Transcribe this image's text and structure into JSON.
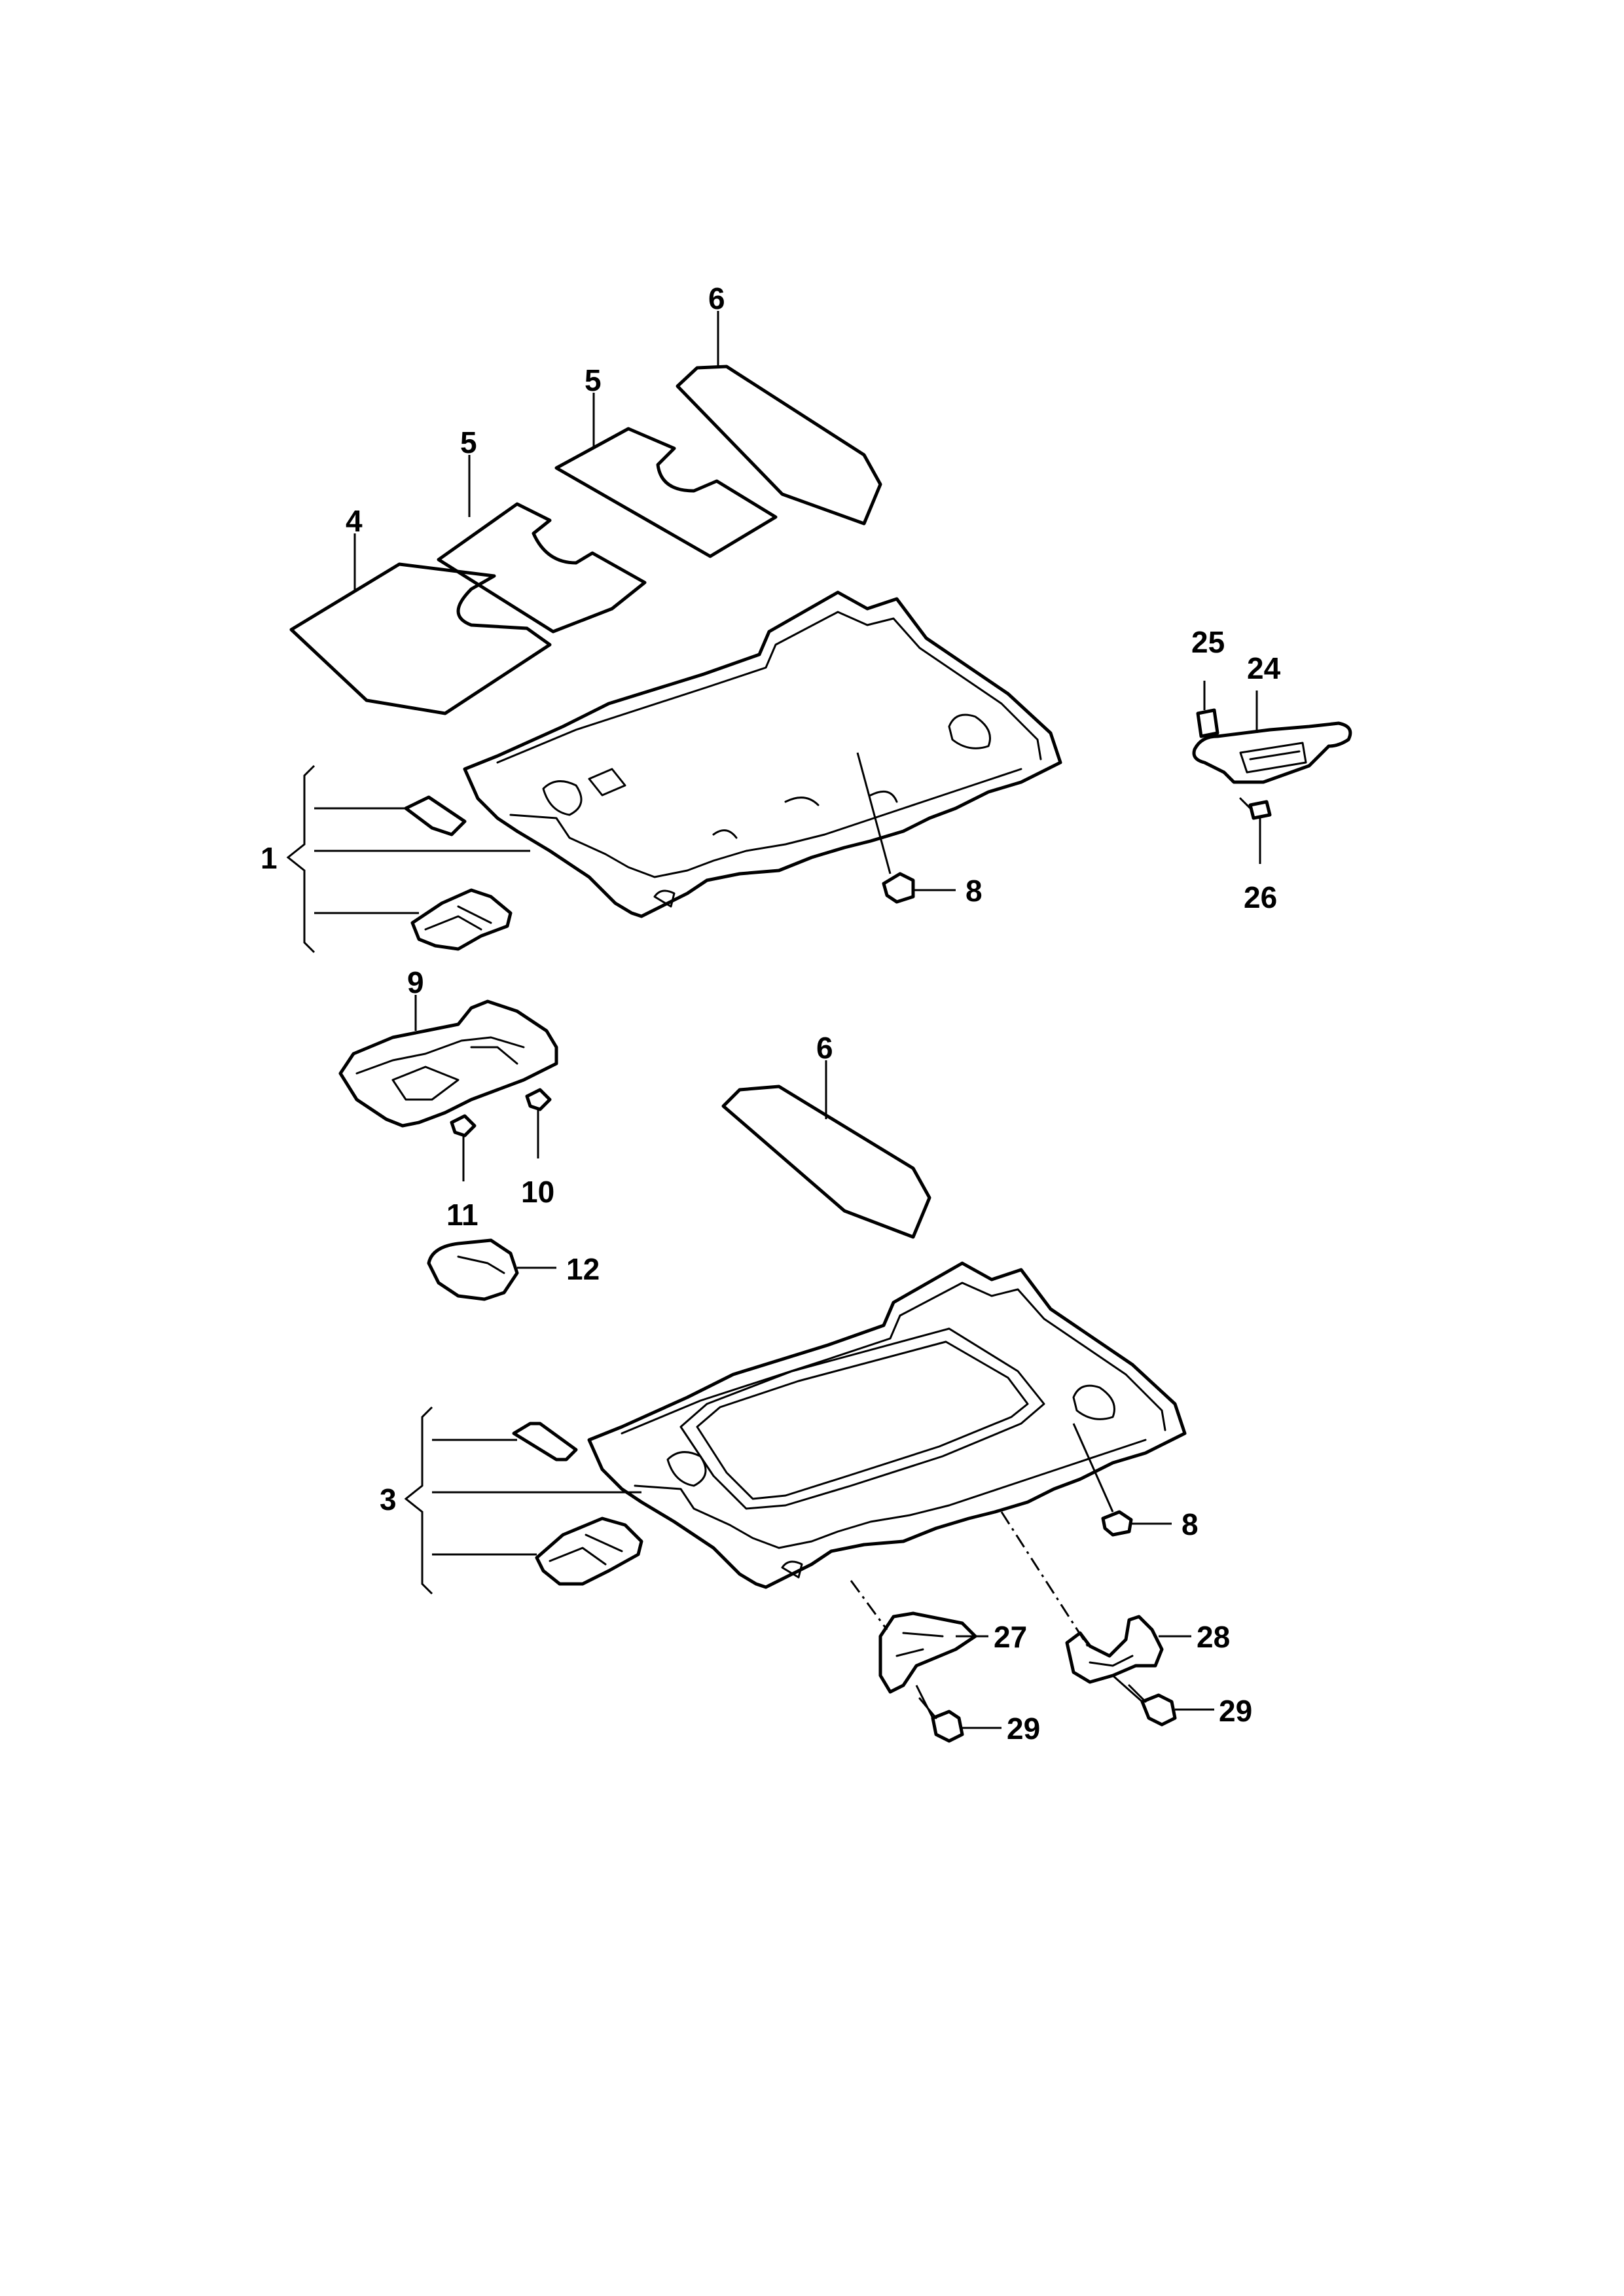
{
  "labels": {
    "p1": "1",
    "p3": "3",
    "p4": "4",
    "p5a": "5",
    "p5b": "5",
    "p6a": "6",
    "p6b": "6",
    "p8a": "8",
    "p8b": "8",
    "p9": "9",
    "p10": "10",
    "p11": "11",
    "p12": "12",
    "p24": "24",
    "p25": "25",
    "p26": "26",
    "p27": "27",
    "p28": "28",
    "p29a": "29",
    "p29b": "29"
  }
}
